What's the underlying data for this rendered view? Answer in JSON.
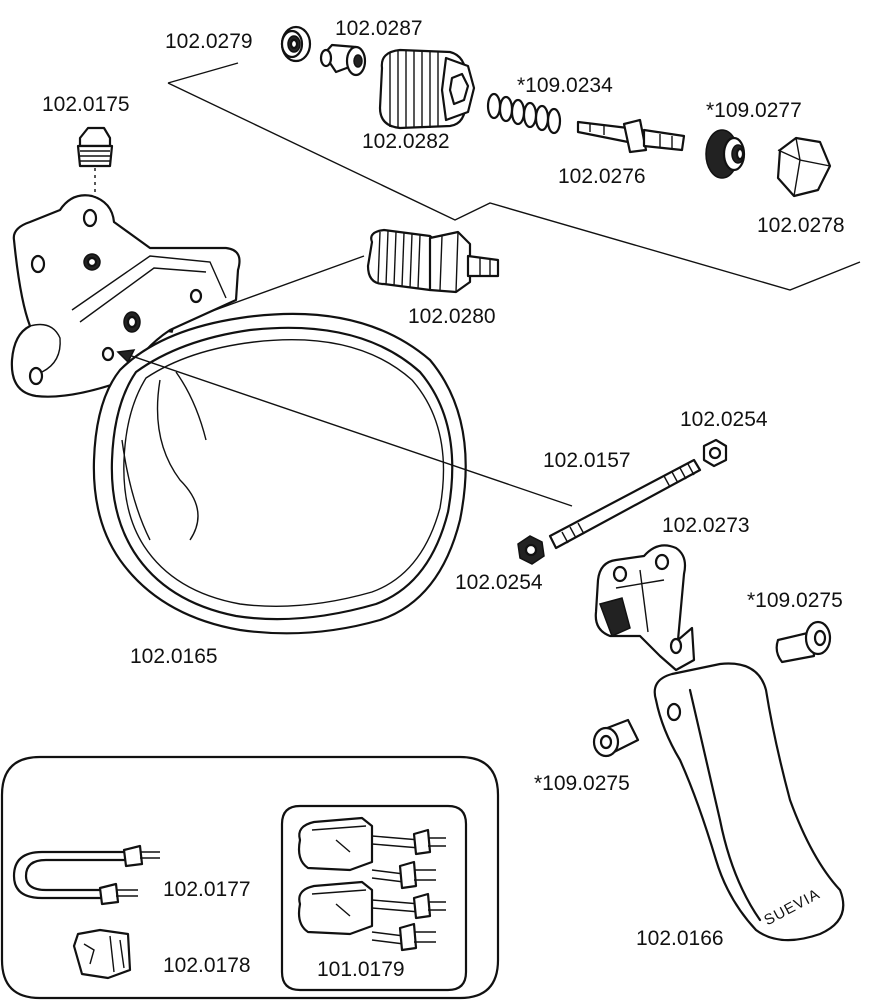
{
  "parts": {
    "p_102_0279": "102.0279",
    "p_102_0287": "102.0287",
    "p_102_0282": "102.0282",
    "p_109_0234": "*109.0234",
    "p_102_0276": "102.0276",
    "p_109_0277": "*109.0277",
    "p_102_0278": "102.0278",
    "p_102_0175": "102.0175",
    "p_102_0280": "102.0280",
    "p_102_0254_a": "102.0254",
    "p_102_0157": "102.0157",
    "p_102_0273": "102.0273",
    "p_102_0254_b": "102.0254",
    "p_109_0275_a": "*109.0275",
    "p_109_0275_b": "*109.0275",
    "p_102_0165": "102.0165",
    "p_102_0166": "102.0166",
    "p_102_0177": "102.0177",
    "p_102_0178": "102.0178",
    "p_101_0179": "101.0179"
  },
  "paddle_brand": "SUEVIA"
}
